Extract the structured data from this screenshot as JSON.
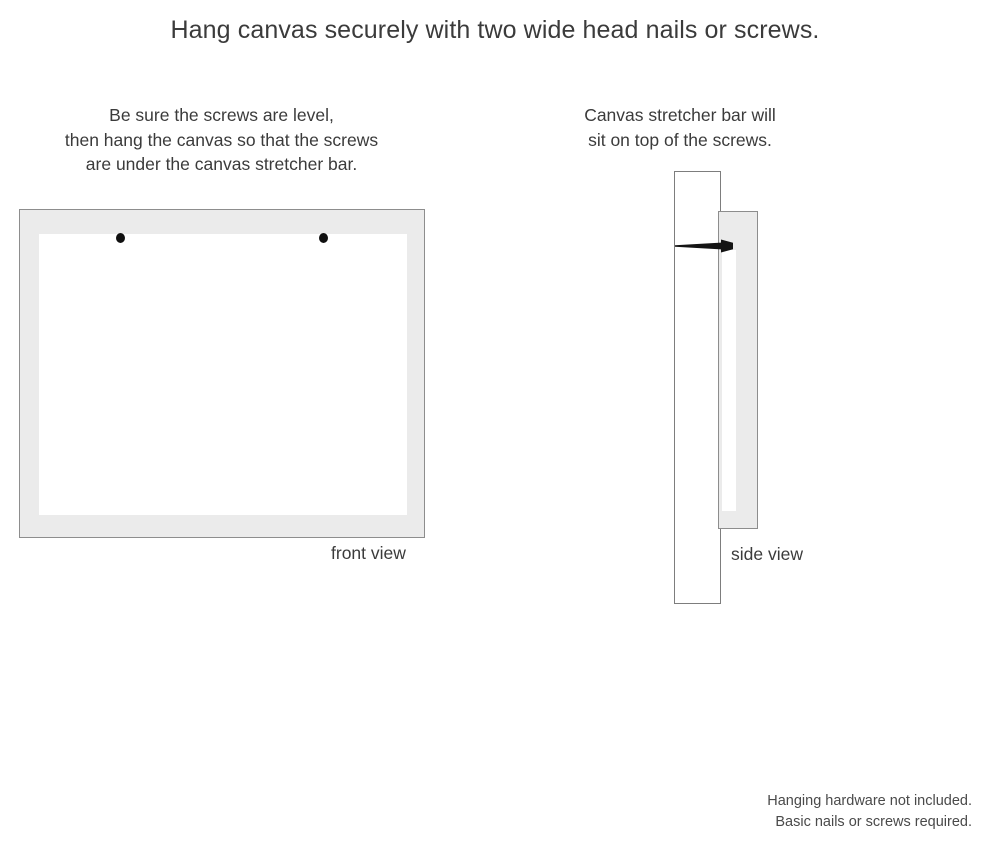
{
  "page": {
    "title": "Hang canvas securely with two wide head nails or screws.",
    "background_color": "#ffffff",
    "text_color": "#3b3b3b"
  },
  "front_view": {
    "caption": {
      "line1": "Be sure the screws are level,",
      "line2": "then hang the canvas so that the screws",
      "line3": "are under the canvas stretcher bar."
    },
    "label": "front view",
    "frame_color": "#ebebeb",
    "frame_border_color": "#8d8d8d",
    "canvas_face_color": "#ffffff",
    "screw_color": "#101010",
    "screw_count": 2
  },
  "side_view": {
    "caption": {
      "line1": "Canvas stretcher bar will",
      "line2": "sit on top of the screws."
    },
    "label": "side view",
    "wall_color": "#ffffff",
    "wall_border_color": "#7d7d7d",
    "canvas_color": "#ebebeb",
    "canvas_border_color": "#8d8d8d",
    "stretcher_bar_color": "#ffffff",
    "nail_color": "#141414"
  },
  "footer": {
    "line1": "Hanging hardware not included.",
    "line2": "Basic nails or screws required."
  }
}
